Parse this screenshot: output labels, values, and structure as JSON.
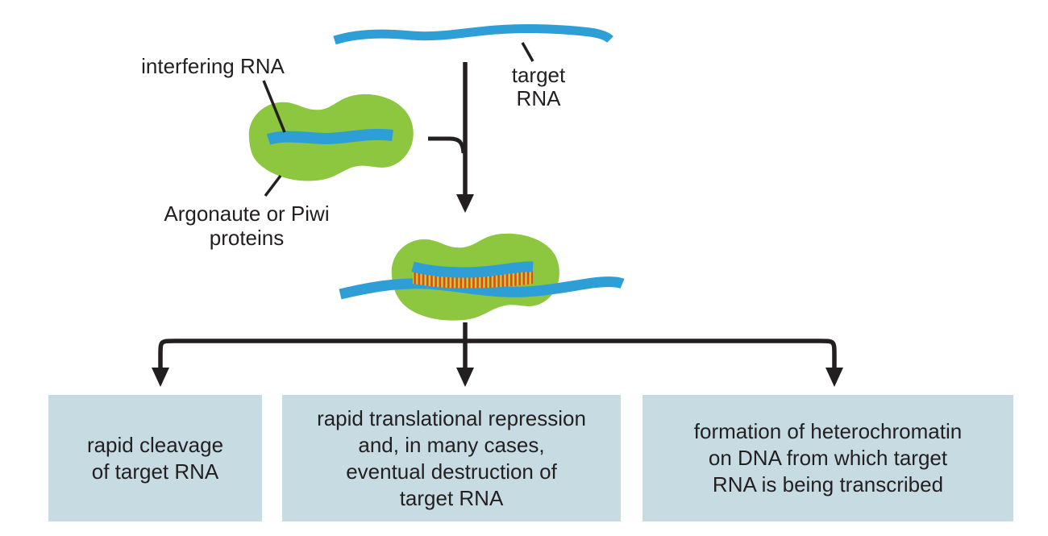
{
  "labels": {
    "interfering_rna": "interfering RNA",
    "target_rna": {
      "line1": "target",
      "line2": "RNA"
    },
    "argonaute": {
      "line1": "Argonaute or Piwi",
      "line2": "proteins"
    }
  },
  "outcomes": [
    {
      "name": "rapid cleavage of target RNA",
      "lines": [
        "rapid cleavage",
        "of target RNA"
      ]
    },
    {
      "name": "rapid translational repression and eventual destruction of target RNA",
      "lines": [
        "rapid translational repression",
        "and, in many cases,",
        "eventual destruction of",
        "target RNA"
      ]
    },
    {
      "name": "formation of heterochromatin",
      "lines": [
        "formation of heterochromatin",
        "on DNA from which target",
        "RNA is being transcribed"
      ]
    }
  ],
  "colors": {
    "protein_green": "#8dc63f",
    "rna_blue": "#2d9fd6",
    "outcome_box_blue": "#c7dbe3",
    "base_pair_red": "#df4a21",
    "base_pair_yellow": "#c3ce37",
    "arrow_black": "#231f20",
    "text": "#231f20",
    "background": "#ffffff"
  }
}
